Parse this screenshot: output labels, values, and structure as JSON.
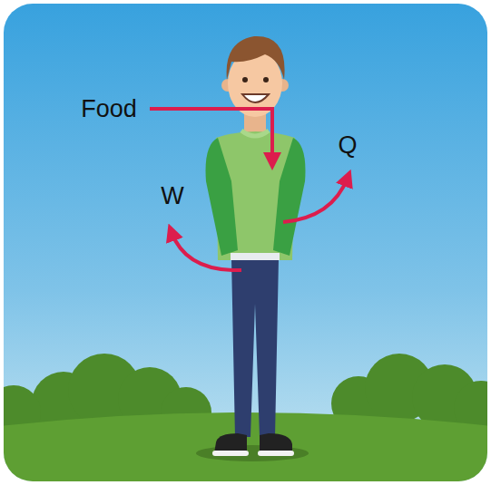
{
  "diagram": {
    "labels": [
      "Food",
      "W",
      "Q"
    ]
  }
}
